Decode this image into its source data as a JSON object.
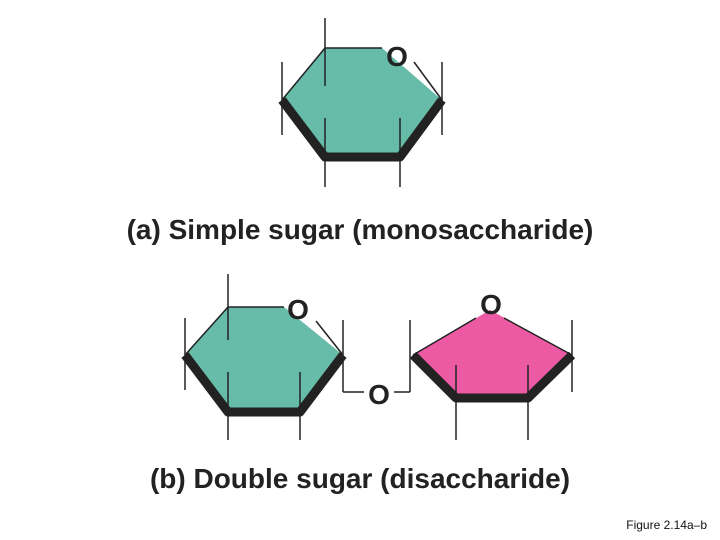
{
  "colors": {
    "glucose": "#66bca9",
    "fructose": "#ec5aa3",
    "bond": "#222222",
    "ink": "#222222"
  },
  "monosaccharide": {
    "ring_atom": "O",
    "caption": "(a) Simple sugar (monosaccharide)"
  },
  "disaccharide": {
    "hexose_ring_atom": "O",
    "pentose_ring_atom": "O",
    "glycosidic_atom": "O",
    "caption": "(b) Double sugar (disaccharide)"
  },
  "figure_label": "Figure 2.14a–b"
}
